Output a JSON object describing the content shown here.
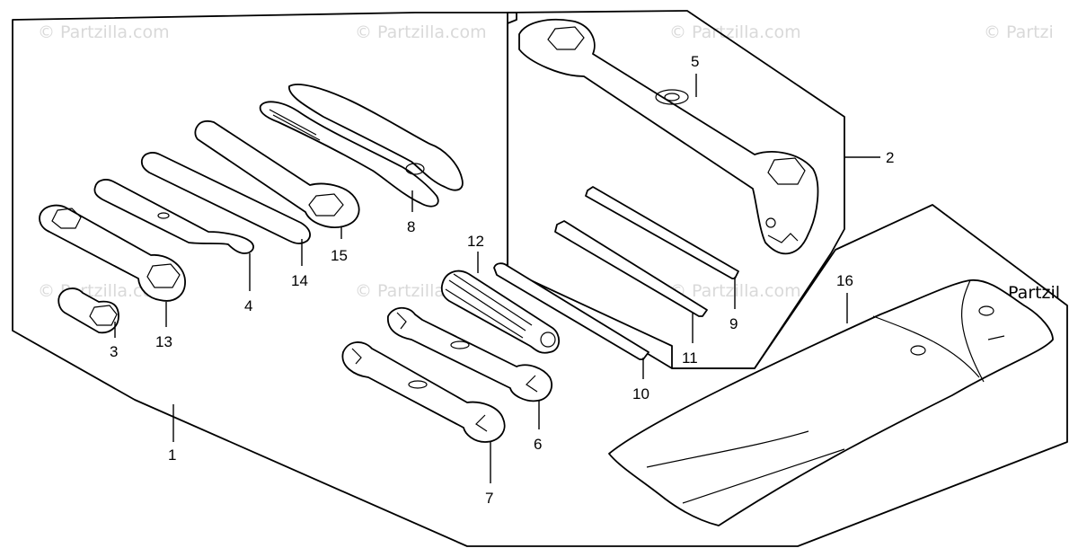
{
  "watermark": {
    "text": "© Partzilla.com",
    "partial_text": "© Partzil",
    "edge_text": "© Partzi"
  },
  "callouts": [
    {
      "id": "1",
      "label": "1"
    },
    {
      "id": "2",
      "label": "2"
    },
    {
      "id": "3",
      "label": "3"
    },
    {
      "id": "4",
      "label": "4"
    },
    {
      "id": "5",
      "label": "5"
    },
    {
      "id": "6",
      "label": "6"
    },
    {
      "id": "7",
      "label": "7"
    },
    {
      "id": "8",
      "label": "8"
    },
    {
      "id": "9",
      "label": "9"
    },
    {
      "id": "10",
      "label": "10"
    },
    {
      "id": "11",
      "label": "11"
    },
    {
      "id": "12",
      "label": "12"
    },
    {
      "id": "13",
      "label": "13"
    },
    {
      "id": "14",
      "label": "14"
    },
    {
      "id": "15",
      "label": "15"
    },
    {
      "id": "16",
      "label": "16"
    }
  ]
}
